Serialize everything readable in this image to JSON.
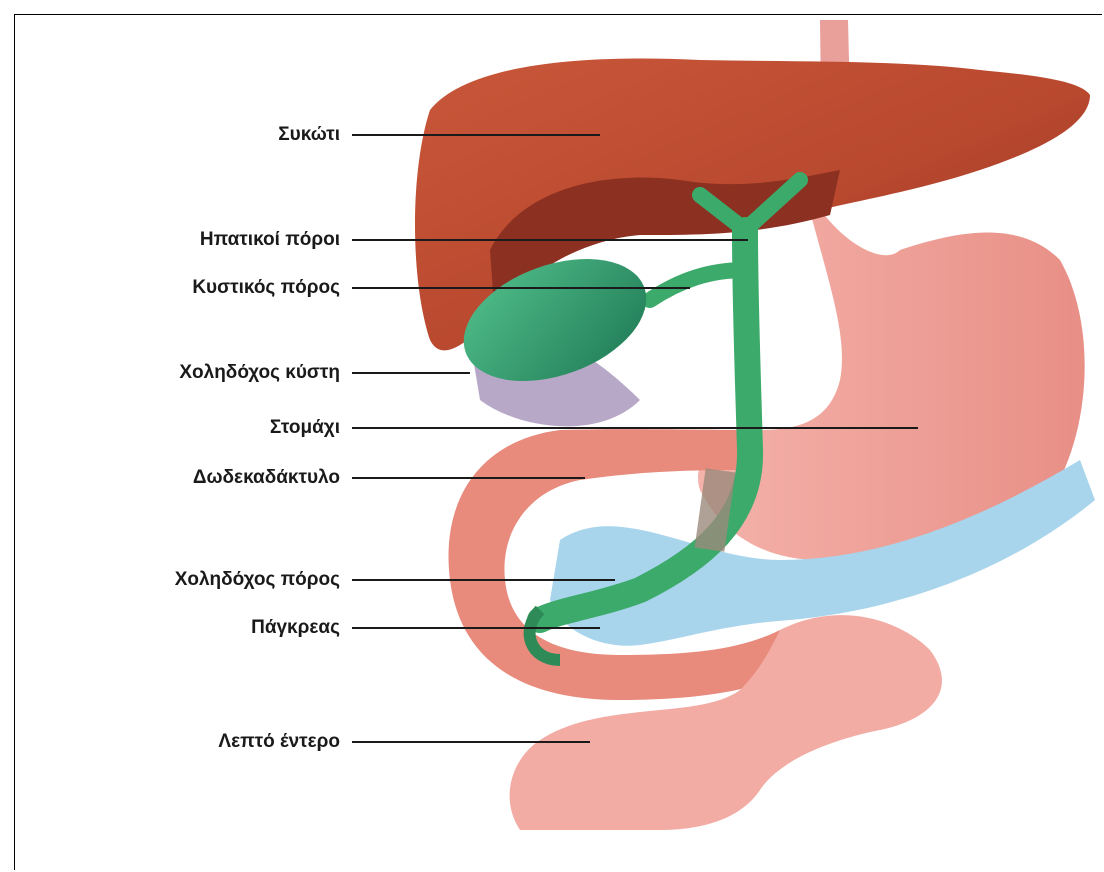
{
  "labels": {
    "liver": "Συκώτι",
    "hepatic_ducts": "Ηπατικοί πόροι",
    "cystic_duct": "Κυστικός πόρος",
    "gallbladder": "Χοληδόχος κύστη",
    "stomach": "Στομάχι",
    "duodenum": "Δωδεκαδάκτυλο",
    "common_bile_duct": "Χοληδόχος πόρος",
    "pancreas": "Πάγκρεας",
    "small_intestine": "Λεπτό έντερο"
  },
  "colors": {
    "liver": "#b8482e",
    "liver_dark": "#7a2a1c",
    "gallbladder": "#2fa072",
    "bile_ducts": "#3caa6a",
    "stomach": "#eb9a92",
    "intestine": "#f0a8a0",
    "pancreas": "#a8d4ec",
    "leader_line": "#1a1a1a"
  }
}
